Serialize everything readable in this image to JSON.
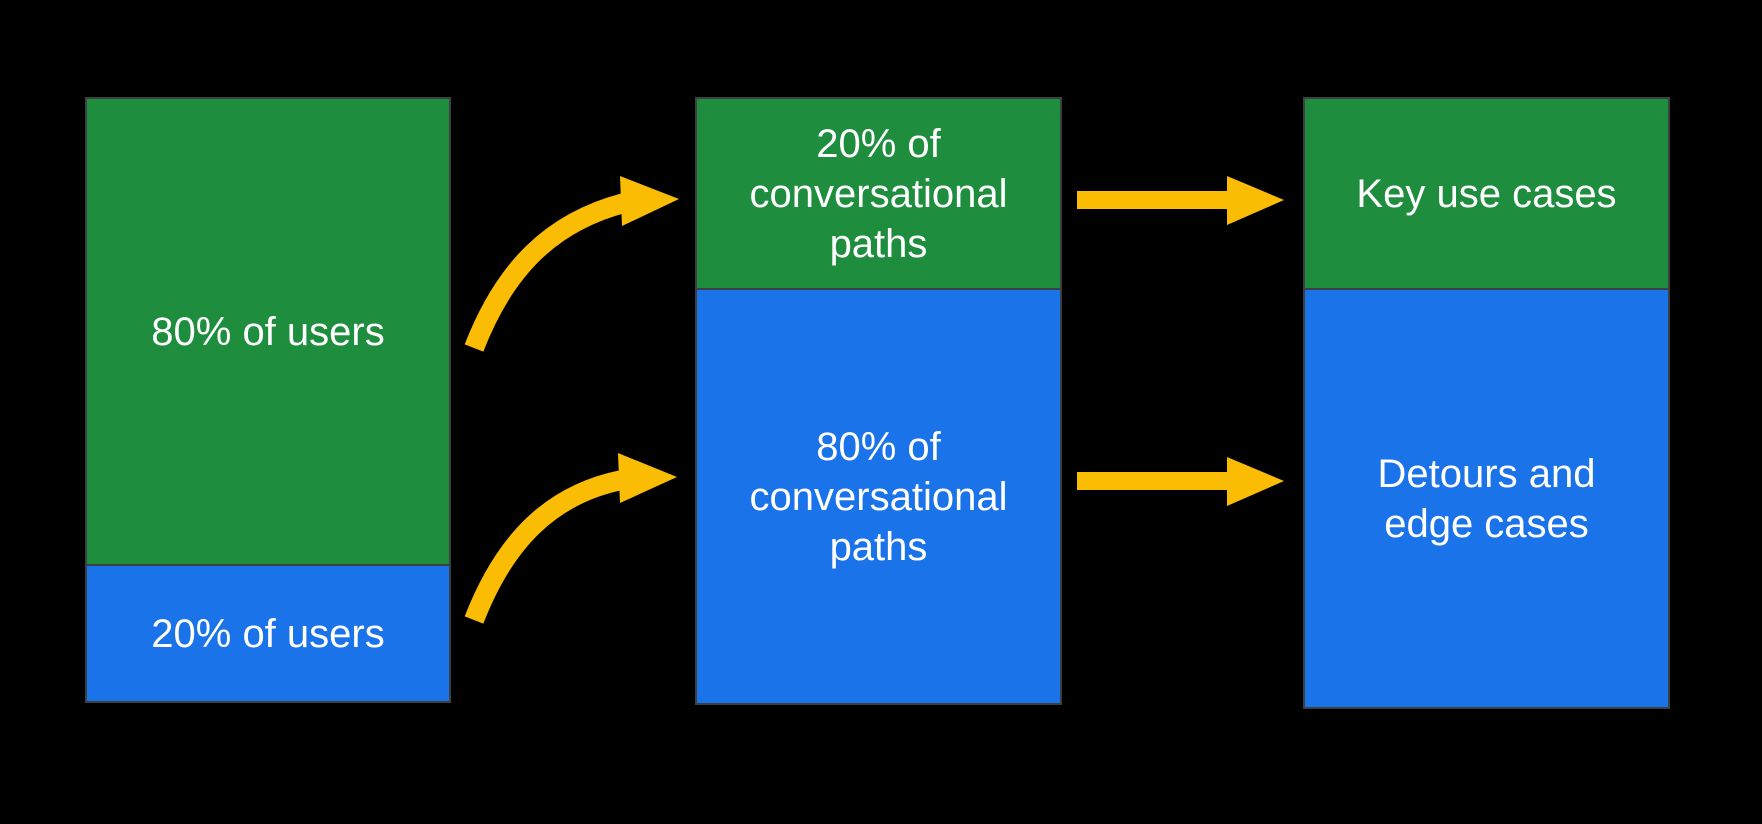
{
  "colors": {
    "green": "#1e8e3e",
    "blue": "#1a73e8",
    "yellow": "#fbbc04",
    "text": "#ffffff",
    "border": "#3c4043",
    "bg": "#000000"
  },
  "diagram": {
    "columns": [
      {
        "name": "users",
        "segments": [
          {
            "color": "green",
            "label": "80% of users"
          },
          {
            "color": "blue",
            "label": "20% of users"
          }
        ]
      },
      {
        "name": "conversational-paths",
        "segments": [
          {
            "color": "green",
            "label": "20% of conversational paths"
          },
          {
            "color": "blue",
            "label": "80% of conversational paths"
          }
        ]
      },
      {
        "name": "use-cases",
        "segments": [
          {
            "color": "green",
            "label": "Key use cases"
          },
          {
            "color": "blue",
            "label": "Detours and edge cases"
          }
        ]
      }
    ],
    "arrows": [
      {
        "name": "curved-arrow-top",
        "from": "80% of users segment",
        "to": "20% of conversational paths segment"
      },
      {
        "name": "curved-arrow-bottom",
        "from": "20% of users segment",
        "to": "80% of conversational paths segment"
      },
      {
        "name": "straight-arrow-top",
        "from": "20% of conversational paths segment",
        "to": "Key use cases segment"
      },
      {
        "name": "straight-arrow-bottom",
        "from": "80% of conversational paths segment",
        "to": "Detours and edge cases segment"
      }
    ]
  }
}
